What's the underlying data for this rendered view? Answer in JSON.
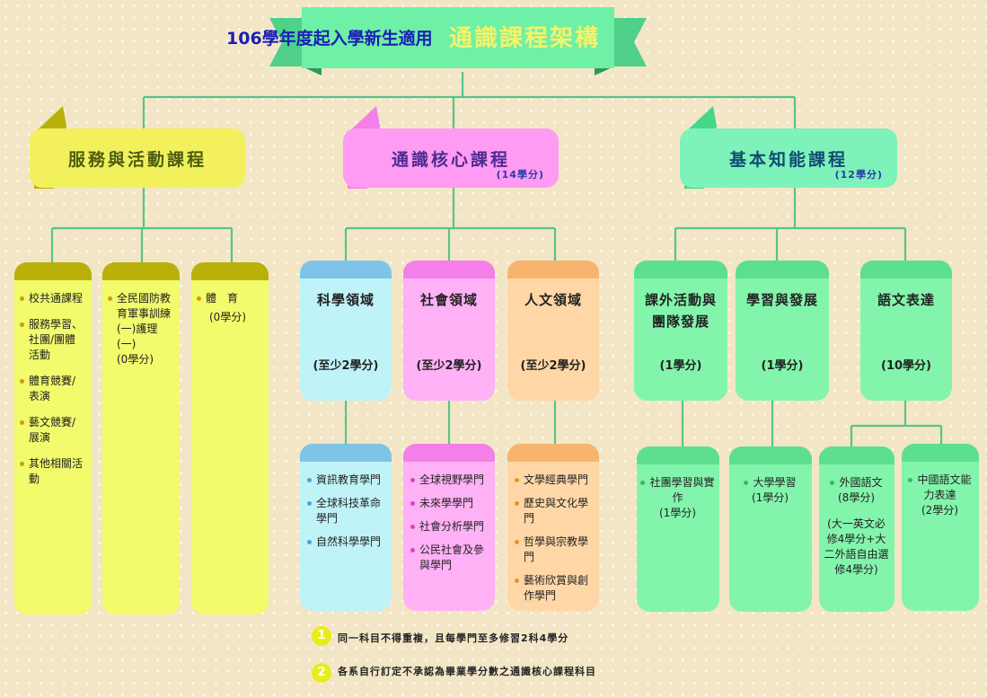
{
  "title": {
    "prefix": "106學年度起入學新生適用",
    "main": "通識課程架構"
  },
  "categories": [
    {
      "name": "服務與活動課程",
      "credits": ""
    },
    {
      "name": "通識核心課程",
      "credits": "(14學分)"
    },
    {
      "name": "基本知能課程",
      "credits": "(12學分)"
    }
  ],
  "service": {
    "col1": [
      "校共通課程",
      "服務學習、社團/團體活動",
      "體育競賽/表演",
      "藝文競賽/展演",
      "其他相關活動"
    ],
    "col2": [
      "全民國防教育軍事訓練(一)護理(一)",
      "(0學分)"
    ],
    "col3": [
      "體　育",
      "(0學分)"
    ]
  },
  "core": {
    "areas": [
      {
        "name": "科學領域",
        "credits": "(至少2學分)"
      },
      {
        "name": "社會領域",
        "credits": "(至少2學分)"
      },
      {
        "name": "人文領域",
        "credits": "(至少2學分)"
      }
    ],
    "science_items": [
      "資訊教育學門",
      "全球科技革命學門",
      "自然科學學門"
    ],
    "social_items": [
      "全球視野學門",
      "未來學學門",
      "社會分析學門",
      "公民社會及參與學門"
    ],
    "humanities_items": [
      "文學經典學門",
      "歷史與文化學門",
      "哲學與宗教學門",
      "藝術欣賞與創作學門"
    ]
  },
  "basic": {
    "areas": [
      {
        "name": "課外活動與團隊發展",
        "credits": "(1學分)"
      },
      {
        "name": "學習與發展",
        "credits": "(1學分)"
      },
      {
        "name": "語文表達",
        "credits": "(10學分)"
      }
    ],
    "club": {
      "name": "社團學習與實作",
      "credits": "(1學分)"
    },
    "univ": {
      "name": "大學學習",
      "credits": "(1學分)"
    },
    "foreign": {
      "name": "外國語文",
      "credits": "(8學分)",
      "note": "(大一英文必修4學分+大二外語自由選修4學分)"
    },
    "chinese": {
      "name": "中國語文能力表達",
      "credits": "(2學分)"
    }
  },
  "notes": [
    {
      "num": "1",
      "text": "同一科目不得重複，且每學門至多修習2科4學分"
    },
    {
      "num": "2",
      "text": "各系自行訂定不承認為畢業學分數之通識核心課程科目"
    }
  ]
}
